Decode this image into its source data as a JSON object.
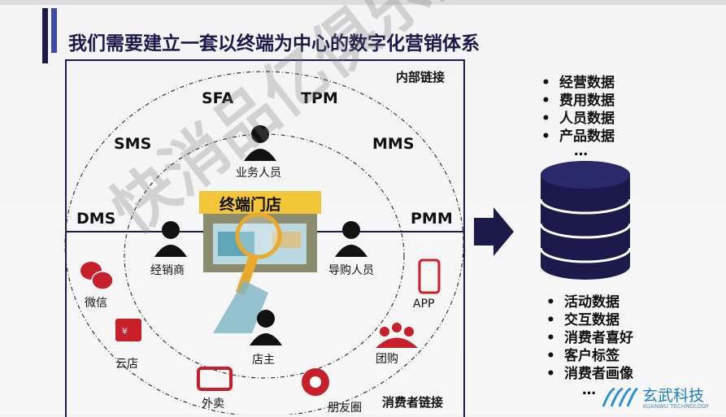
{
  "title": "我们需要建立一套以终端为中心的数字化营销体系",
  "sections": {
    "internal": "内部链接",
    "consumer": "消费者链接"
  },
  "systems": [
    "SFA",
    "TPM",
    "SMS",
    "MMS",
    "DMS",
    "PMM"
  ],
  "roles": {
    "sales": "业务人员",
    "dealer": "经销商",
    "guide": "导购人员",
    "owner": "店主"
  },
  "store": "终端门店",
  "channels": {
    "wechat": "微信",
    "cloud_store": "云店",
    "takeout": "外卖",
    "moments": "朋友圈",
    "group_buy": "团购",
    "app": "APP"
  },
  "top_list": [
    "经营数据",
    "费用数据",
    "人员数据",
    "产品数据",
    "…"
  ],
  "bottom_list": [
    "活动数据",
    "交互数据",
    "消费者喜好",
    "客户标签",
    "消费者画像",
    "…"
  ],
  "logo": {
    "name": "玄武科技",
    "sub": "XUANWU TECHNOLOGY"
  },
  "watermark": "快消品亿俱乐部",
  "colors": {
    "navy": "#1b1a4a",
    "accent": "#3a4aa8",
    "red": "#c8202a"
  }
}
